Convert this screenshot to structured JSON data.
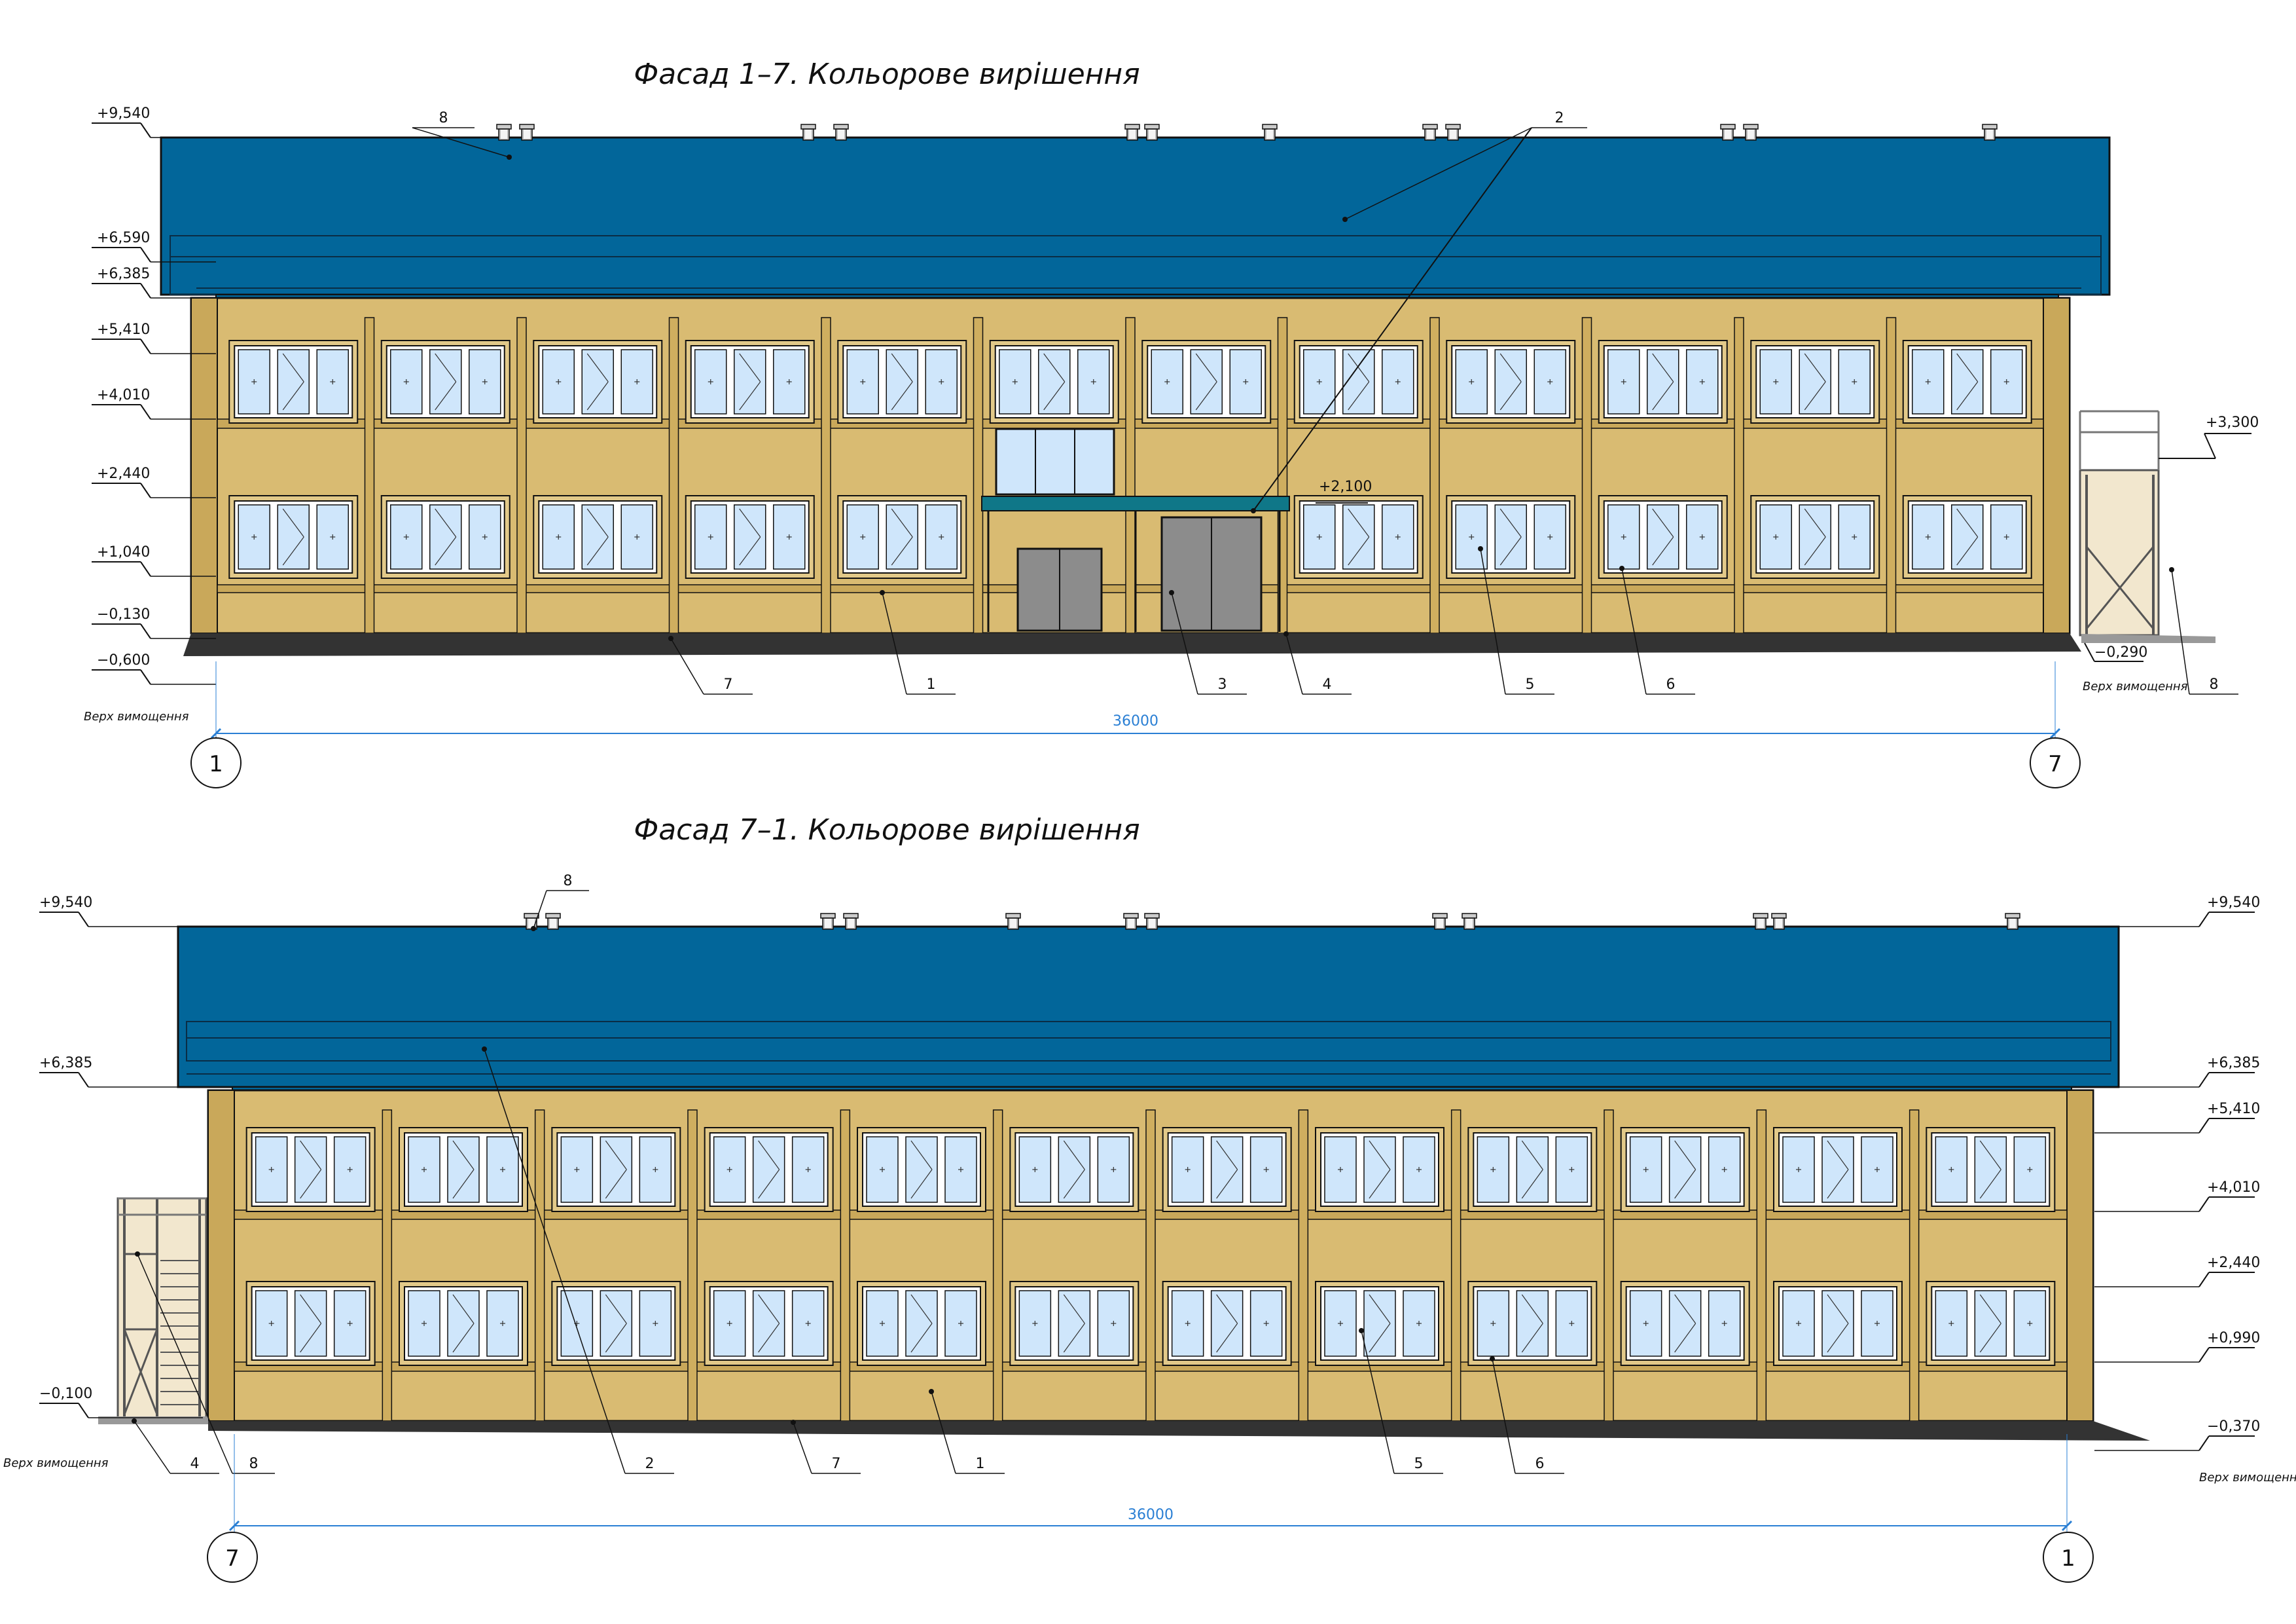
{
  "colors": {
    "roof": "#02669a",
    "wall": "#d9bb72",
    "pilaster": "#cfae5f",
    "plinth": "#333333",
    "glass": "#cfe6fb",
    "frame": "#ffffff",
    "canopy": "#0f7788",
    "door": "#8c8c8c",
    "line": "#111111",
    "dimension": "#2a7fd4"
  },
  "facade_a": {
    "title": "Фасад 1–7. Кольорове вирішення",
    "dimension": "36000",
    "axis_left": "1",
    "axis_right": "7",
    "levels_left": [
      "+9,540",
      "+6,590",
      "+6,385",
      "+5,410",
      "+4,010",
      "+2,440",
      "+1,040",
      "−0,130",
      "−0,600"
    ],
    "ground_note_left": "Верх вимощення",
    "level_canopy": "+2,100",
    "level_stair_top": "+3,300",
    "level_ground_right": "−0,290",
    "ground_note_right": "Верх вимощення",
    "callouts": [
      "8",
      "2",
      "7",
      "1",
      "3",
      "4",
      "5",
      "6",
      "8"
    ]
  },
  "facade_b": {
    "title": "Фасад 7–1. Кольорове вирішення",
    "dimension": "36000",
    "axis_left": "7",
    "axis_right": "1",
    "levels_left": [
      "+9,540",
      "+6,385",
      "−0,100"
    ],
    "ground_note_left": "Верх вимощення",
    "levels_right": [
      "+9,540",
      "+6,385",
      "+5,410",
      "+4,010",
      "+2,440",
      "+0,990",
      "−0,370"
    ],
    "ground_note_right": "Верх вимощення",
    "callouts": [
      "8",
      "4",
      "8",
      "2",
      "7",
      "1",
      "5",
      "6"
    ]
  }
}
